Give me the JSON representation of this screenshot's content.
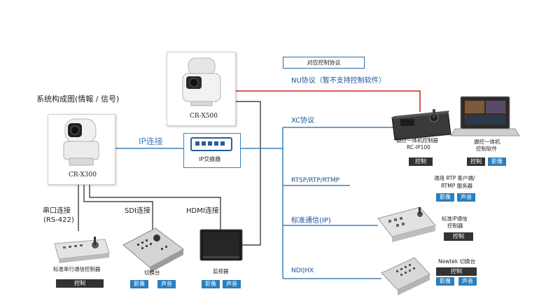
{
  "colors": {
    "line_blue": "#3f80b8",
    "line_black": "#222222",
    "line_red": "#d42020",
    "tag_dark": "#333333",
    "tag_blue": "#2a7fbf",
    "label_blue": "#1a4f9a"
  },
  "header": {
    "system_title": "系统构成图(情報 / 信号)",
    "protocol_box": "对应控制协议"
  },
  "cameras": {
    "cr_x500": "CR-X500",
    "cr_x300": "CR-X300"
  },
  "links": {
    "ip_link": "IP连接",
    "ip_switch": "IP交换器",
    "serial": "串口连接",
    "serial_std": "(RS-422)",
    "sdi": "SDI连接",
    "hdmi": "HDMI连接"
  },
  "protocols": {
    "nu": "NU协议（暂不支持控制软件）",
    "xc": "XC协议",
    "rtsp": "RTSP/RTP/RTMP",
    "std_ip": "标准通信(IP)",
    "ndi": "NDI|HX"
  },
  "devices": {
    "rc_ip100_line1": "摄控一体机控制器",
    "rc_ip100_line2": "RC-IP100",
    "software_line1": "摄控一体机",
    "software_line2": "控制软件",
    "rtp_line1": "通用 RTP 客户端/",
    "rtp_line2": "RTMP 服务器",
    "std_ip_line1": "标准IP通信",
    "std_ip_line2": "控制器",
    "newtek": "Newtek 切换台",
    "serial_ctrl": "标准串行通信控制器",
    "switcher": "切换台",
    "monitor": "监视器"
  },
  "tags": {
    "control": "控制",
    "video": "影像",
    "audio": "声音"
  },
  "icons": [
    "camera-icon",
    "network-switch-icon",
    "controller-icon",
    "laptop-icon",
    "monitor-icon",
    "switcher-icon"
  ]
}
